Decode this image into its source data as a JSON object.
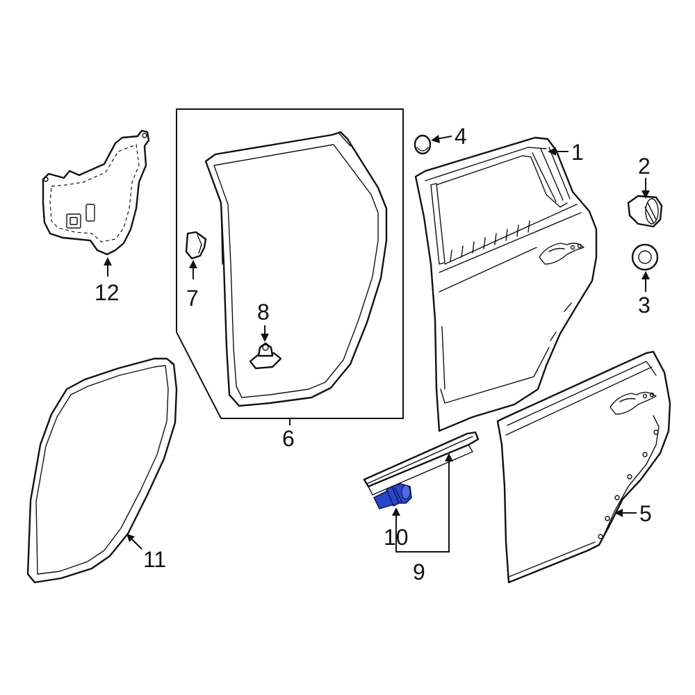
{
  "diagram": {
    "highlight_color": "#2a47c8",
    "line_color": "#111111",
    "background": "#ffffff",
    "callouts": {
      "c1": "1",
      "c2": "2",
      "c3": "3",
      "c4": "4",
      "c5": "5",
      "c6": "6",
      "c7": "7",
      "c8": "8",
      "c9": "9",
      "c10": "10",
      "c11": "11",
      "c12": "12"
    },
    "highlighted_part": "10"
  }
}
